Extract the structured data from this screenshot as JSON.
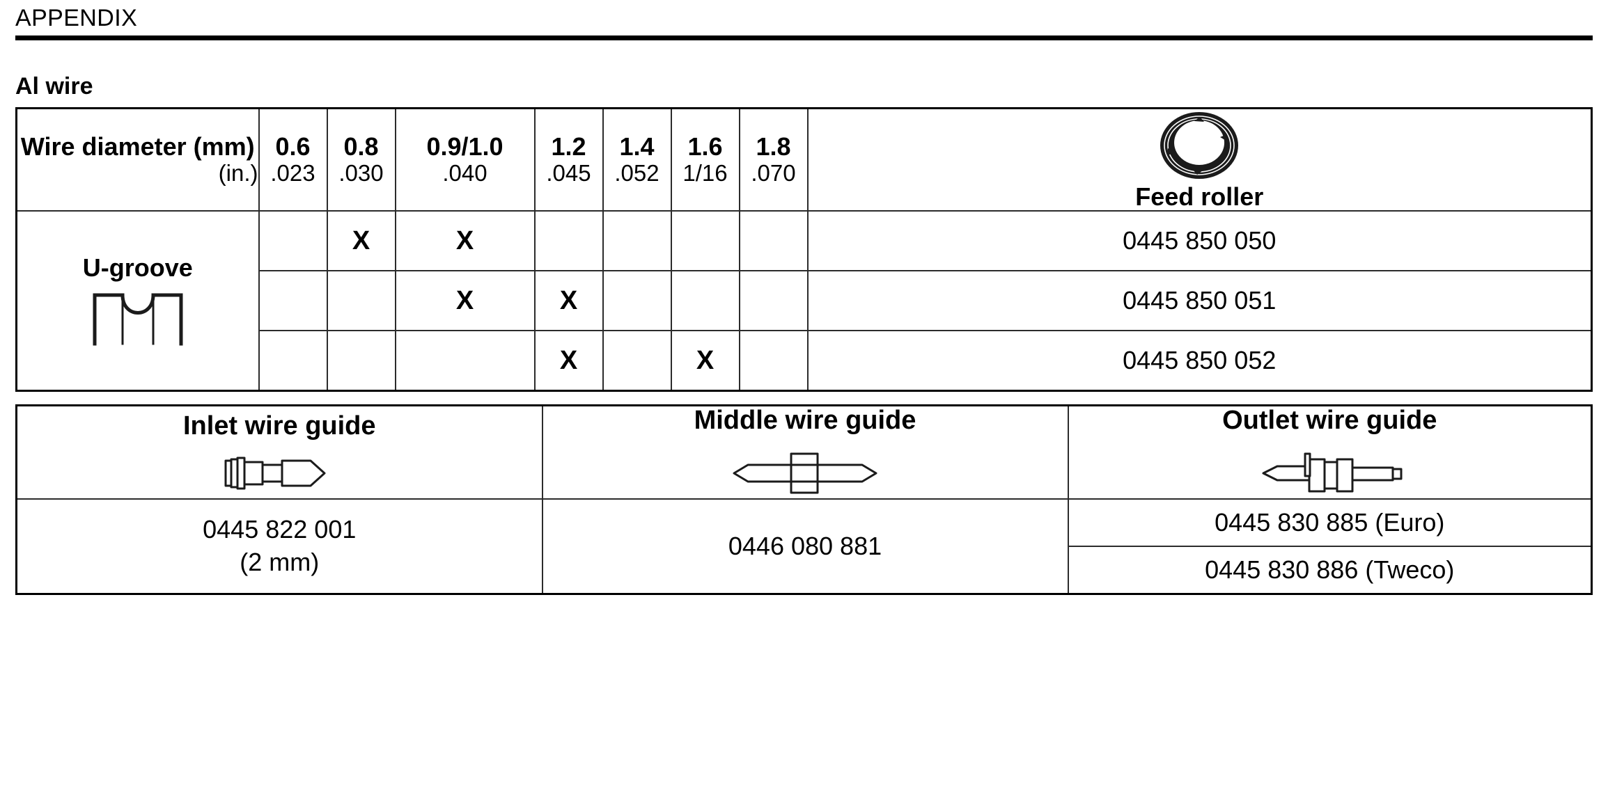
{
  "header": {
    "title": "APPENDIX"
  },
  "section": {
    "title": "Al wire"
  },
  "roller_table": {
    "row_label_mm": "Wire diameter (mm)",
    "row_label_in": "(in.)",
    "sizes": [
      {
        "mm": "0.6",
        "in": ".023"
      },
      {
        "mm": "0.8",
        "in": ".030"
      },
      {
        "mm": "0.9/1.0",
        "in": ".040"
      },
      {
        "mm": "1.2",
        "in": ".045"
      },
      {
        "mm": "1.4",
        "in": ".052"
      },
      {
        "mm": "1.6",
        "in": "1/16"
      },
      {
        "mm": "1.8",
        "in": ".070"
      }
    ],
    "feed_roller_caption": "Feed roller",
    "groove_label": "U-groove",
    "mark_symbol": "X",
    "rows": [
      {
        "marks": [
          false,
          true,
          true,
          false,
          false,
          false,
          false
        ],
        "part_no": "0445 850 050"
      },
      {
        "marks": [
          false,
          false,
          true,
          true,
          false,
          false,
          false
        ],
        "part_no": "0445 850 051"
      },
      {
        "marks": [
          false,
          false,
          false,
          true,
          false,
          true,
          false
        ],
        "part_no": "0445 850 052"
      }
    ]
  },
  "guide_table": {
    "inlet": {
      "name": "Inlet wire guide",
      "part_no": "0445 822 001",
      "part_note": "(2 mm)"
    },
    "middle": {
      "name": "Middle wire guide",
      "part_no": "0446 080 881"
    },
    "outlet": {
      "name": "Outlet wire guide",
      "part_no_euro": "0445 830 885 (Euro)",
      "part_no_tweco": "0445 830 886 (Tweco)"
    }
  }
}
